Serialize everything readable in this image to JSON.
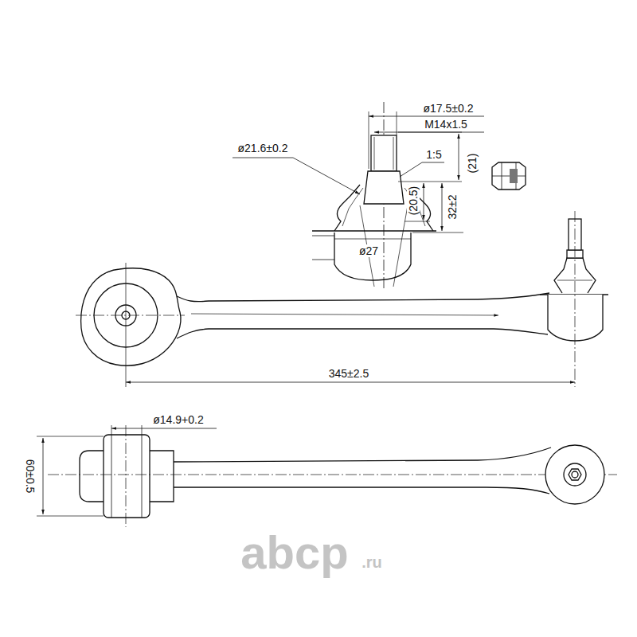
{
  "diagram": {
    "labels": [
      "ø17.5±0.2",
      "M14x1.5",
      "ø21.6±0.2",
      "1:5",
      "(21)",
      "(20.5)",
      "32±2",
      "ø27",
      "345±2.5",
      "ø14.9+0.2",
      "60±0.5",
      "abcp",
      ".ru"
    ]
  }
}
